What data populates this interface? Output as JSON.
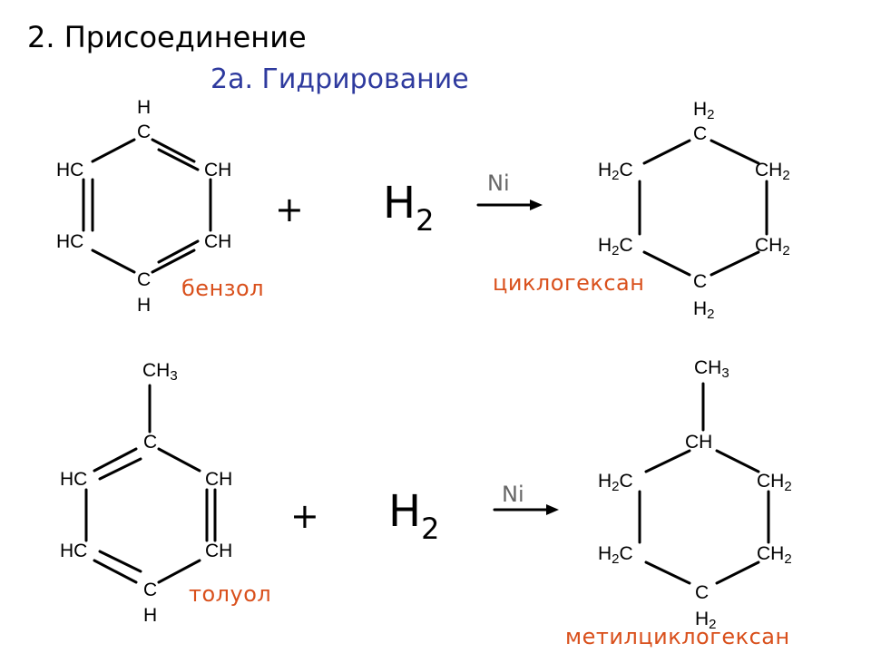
{
  "heading": "2. Присоединение",
  "subheading": "2а. Гидрирование",
  "reaction1": {
    "reactant": {
      "top_h": "H",
      "top_c": "C",
      "left_up": "HC",
      "right_up": "CH",
      "left_down": "HC",
      "right_down": "CH",
      "bottom_c": "C",
      "bottom_h": "H",
      "name": "бензол"
    },
    "plus": "+",
    "reagent": {
      "symbol": "H",
      "index": "2"
    },
    "catalyst": "Ni",
    "product": {
      "top_h": "H",
      "top_h_index": "2",
      "top_c": "C",
      "left_up_h": "H",
      "left_up_index": "2",
      "left_up_c": "C",
      "right_up_c": "CH",
      "right_up_index": "2",
      "left_down_h": "H",
      "left_down_index": "2",
      "left_down_c": "C",
      "right_down_c": "CH",
      "right_down_index": "2",
      "bottom_c": "C",
      "bottom_h": "H",
      "bottom_h_index": "2",
      "name": "циклогексан"
    }
  },
  "reaction2": {
    "reactant": {
      "methyl": "CH",
      "methyl_index": "3",
      "top_c": "C",
      "left_up": "HC",
      "right_up": "CH",
      "left_down": "HC",
      "right_down": "CH",
      "bottom_c": "C",
      "bottom_h": "H",
      "name": "толуол"
    },
    "plus": "+",
    "reagent": {
      "symbol": "H",
      "index": "2"
    },
    "catalyst": "Ni",
    "product": {
      "methyl": "CH",
      "methyl_index": "3",
      "top_c": "CH",
      "left_up_h": "H",
      "left_up_index": "2",
      "left_up_c": "C",
      "right_up_c": "CH",
      "right_up_index": "2",
      "left_down_h": "H",
      "left_down_index": "2",
      "left_down_c": "C",
      "right_down_c": "CH",
      "right_down_index": "2",
      "bottom_c": "C",
      "bottom_h": "H",
      "bottom_h_index": "2",
      "name": "метилциклогексан"
    }
  }
}
